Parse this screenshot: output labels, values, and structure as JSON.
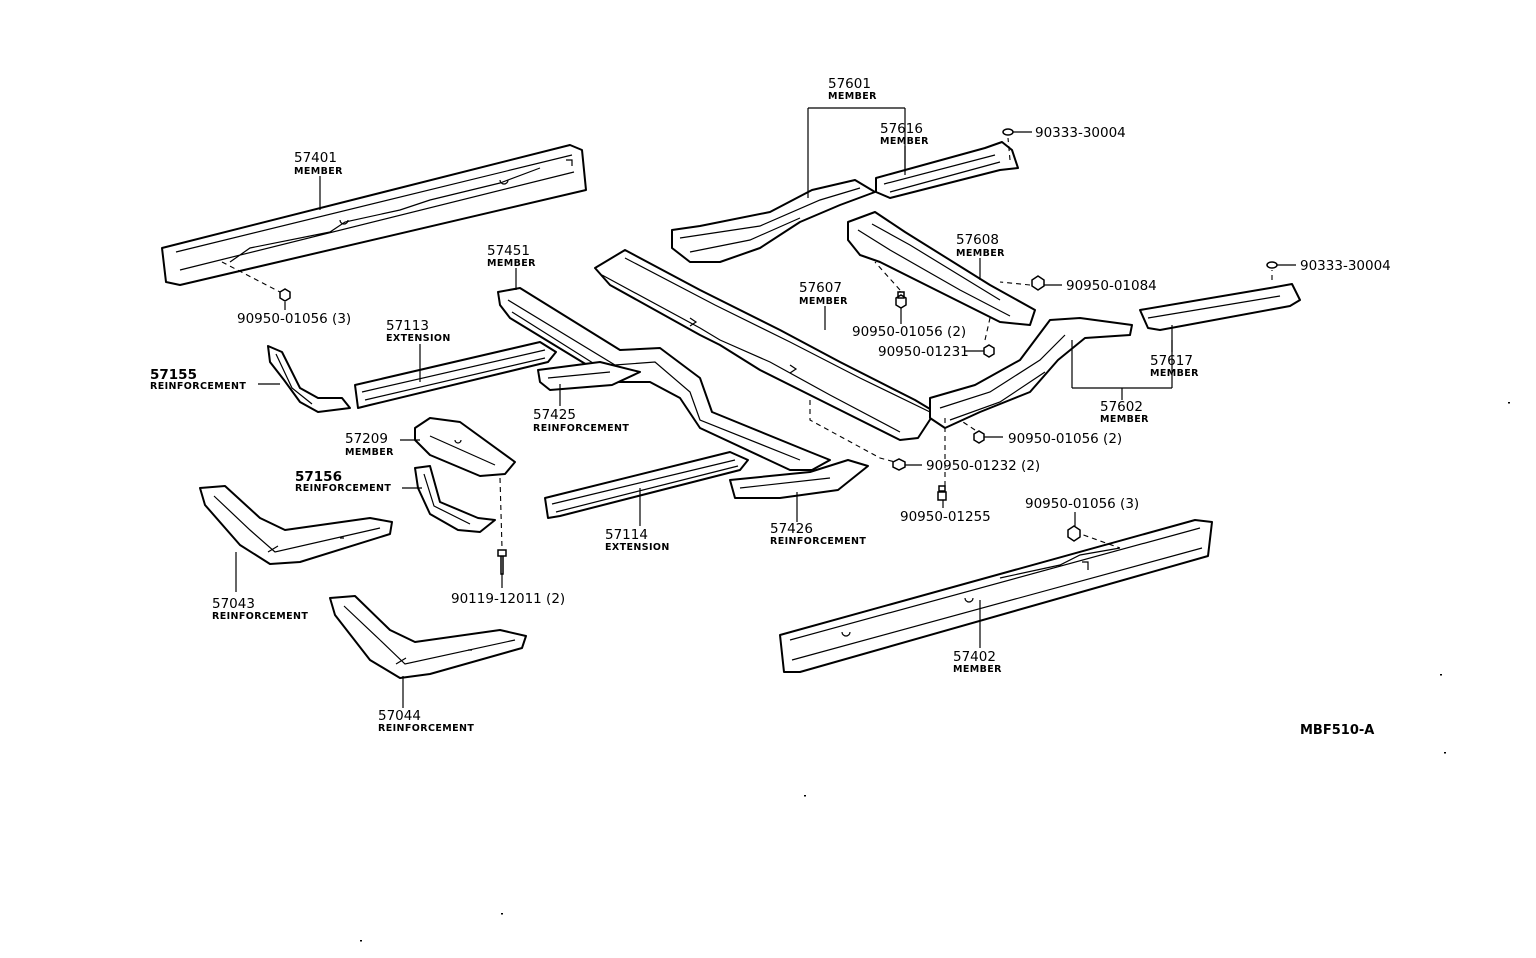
{
  "diagram": {
    "reference_code": "MBF510-A",
    "parts": [
      {
        "id": "p57601",
        "number": "57601",
        "name": "MEMBER"
      },
      {
        "id": "p57616",
        "number": "57616",
        "name": "MEMBER"
      },
      {
        "id": "p57401",
        "number": "57401",
        "name": "MEMBER"
      },
      {
        "id": "p57451",
        "number": "57451",
        "name": "MEMBER"
      },
      {
        "id": "p57608",
        "number": "57608",
        "name": "MEMBER"
      },
      {
        "id": "p57607",
        "number": "57607",
        "name": "MEMBER"
      },
      {
        "id": "p57113",
        "number": "57113",
        "name": "EXTENSION"
      },
      {
        "id": "p57155",
        "number": "57155",
        "name": "REINFORCEMENT"
      },
      {
        "id": "p57617",
        "number": "57617",
        "name": "MEMBER"
      },
      {
        "id": "p57602",
        "number": "57602",
        "name": "MEMBER"
      },
      {
        "id": "p57425",
        "number": "57425",
        "name": "REINFORCEMENT"
      },
      {
        "id": "p57209",
        "number": "57209",
        "name": "MEMBER"
      },
      {
        "id": "p57156",
        "number": "57156",
        "name": "REINFORCEMENT"
      },
      {
        "id": "p57114",
        "number": "57114",
        "name": "EXTENSION"
      },
      {
        "id": "p57426",
        "number": "57426",
        "name": "REINFORCEMENT"
      },
      {
        "id": "p57043",
        "number": "57043",
        "name": "REINFORCEMENT"
      },
      {
        "id": "p57402",
        "number": "57402",
        "name": "MEMBER"
      },
      {
        "id": "p57044",
        "number": "57044",
        "name": "REINFORCEMENT"
      }
    ],
    "fasteners": [
      {
        "id": "f1",
        "label": "90333-30004"
      },
      {
        "id": "f2",
        "label": "90333-30004"
      },
      {
        "id": "f3",
        "label": "90950-01084"
      },
      {
        "id": "f4",
        "label": "90950-01056 (3)"
      },
      {
        "id": "f5",
        "label": "90950-01056 (2)"
      },
      {
        "id": "f6",
        "label": "90950-01231"
      },
      {
        "id": "f7",
        "label": "90950-01056 (2)"
      },
      {
        "id": "f8",
        "label": "90950-01232 (2)"
      },
      {
        "id": "f9",
        "label": "90950-01255"
      },
      {
        "id": "f10",
        "label": "90950-01056 (3)"
      },
      {
        "id": "f11",
        "label": "90119-12011 (2)"
      }
    ]
  }
}
